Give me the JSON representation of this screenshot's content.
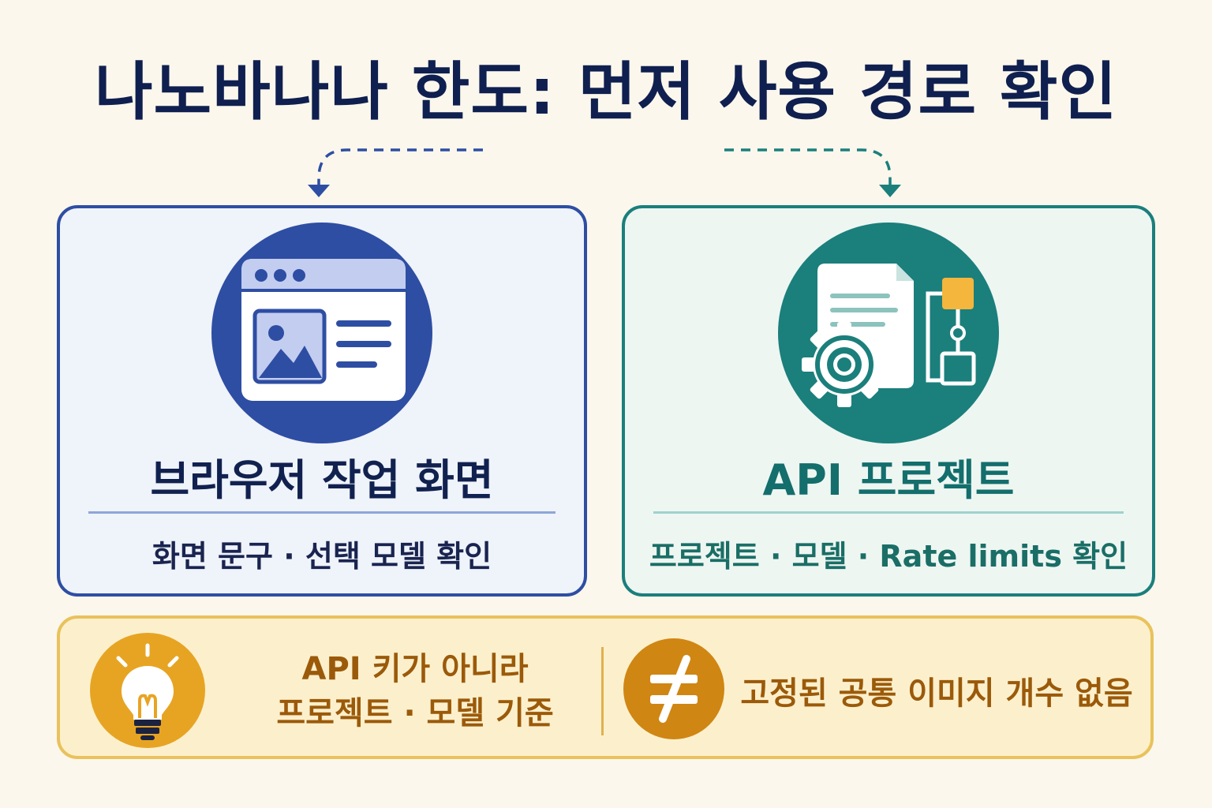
{
  "title": "나노바나나 한도: 먼저 사용 경로 확인",
  "cards": [
    {
      "title": "브라우저 작업 화면",
      "subtitle": "화면 문구 · 선택 모델 확인",
      "icon": "browser-window-icon",
      "accent": "#2e4ea3"
    },
    {
      "title": "API 프로젝트",
      "subtitle": "프로젝트 · 모델 · Rate limits 확인",
      "icon": "document-gear-flow-icon",
      "accent": "#1b7f7c"
    }
  ],
  "tip": {
    "left_line1": "API 키가 아니라",
    "left_line2": "프로젝트 · 모델 기준",
    "right_text": "고정된 공통 이미지 개수 없음",
    "left_icon": "lightbulb-icon",
    "right_icon": "not-equal-icon",
    "accent": "#e7a423"
  }
}
